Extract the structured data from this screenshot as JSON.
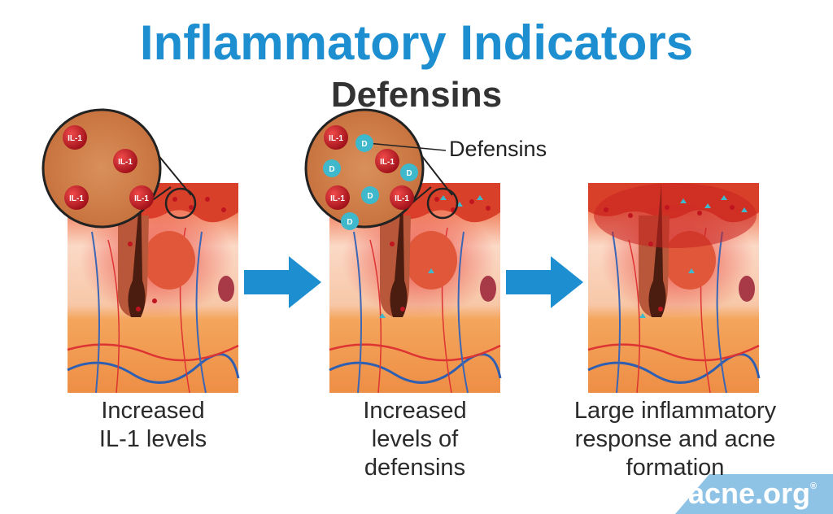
{
  "title": "Inflammatory Indicators",
  "subtitle": "Defensins",
  "callout_label": "Defensins",
  "molecules": {
    "il1": "IL-1",
    "defensin": "D"
  },
  "panels": [
    {
      "caption_lines": [
        "Increased",
        "IL-1 levels"
      ]
    },
    {
      "caption_lines": [
        "Increased",
        "levels of",
        "defensins"
      ]
    },
    {
      "caption_lines": [
        "Large inflammatory",
        "response and acne",
        "formation"
      ]
    }
  ],
  "logo": {
    "text": "acne.org",
    "mark": "®"
  },
  "colors": {
    "title": "#1d8fd1",
    "arrow": "#1d8fd1",
    "logo_band": "#8fc3e6",
    "il1": "#c0141f",
    "defensin": "#3fb8cc"
  }
}
